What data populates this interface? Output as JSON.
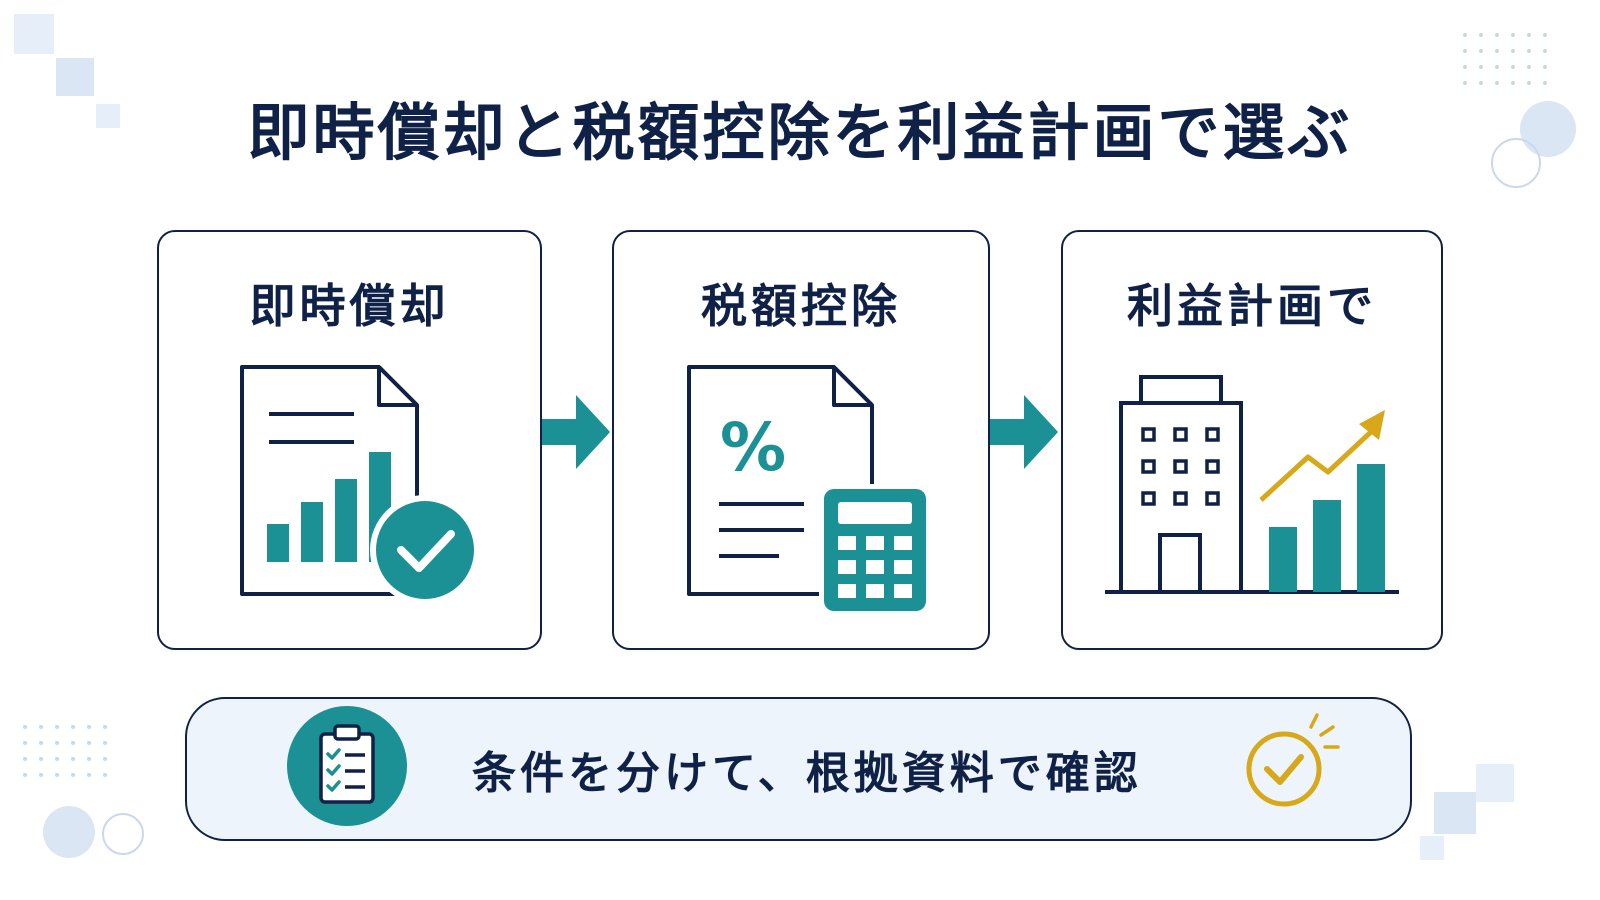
{
  "title": "即時償却と税額控除を利益計画で選ぶ",
  "cards": [
    {
      "label": "即時償却"
    },
    {
      "label": "税額控除"
    },
    {
      "label": "利益計画で"
    }
  ],
  "bottom": {
    "text": "条件を分けて、根拠資料で確認"
  },
  "colors": {
    "navy": "#0f2147",
    "teal": "#1b9196",
    "gold": "#d6a81a",
    "pale_blue": "#e6eef9"
  }
}
